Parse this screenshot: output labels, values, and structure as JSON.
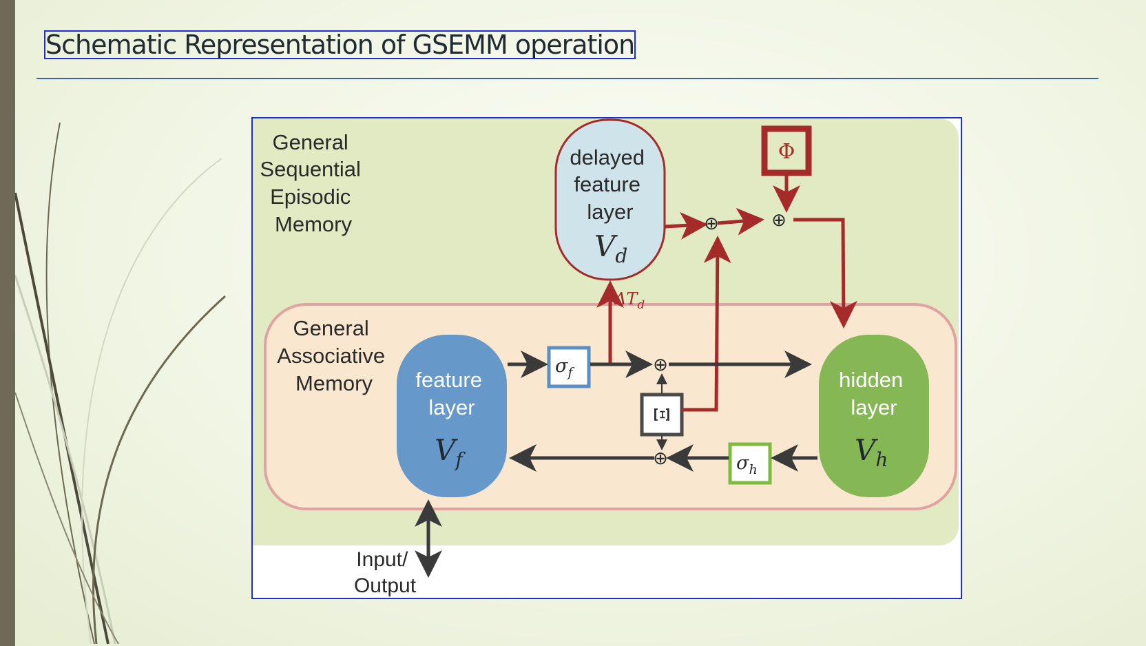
{
  "slide": {
    "title": "Schematic Representation of GSEMM operation"
  },
  "diagram": {
    "outer_label": [
      "General",
      "Sequential",
      "Episodic",
      "Memory"
    ],
    "inner_label": [
      "General",
      "Associative",
      "Memory"
    ],
    "delayed_node": {
      "lines": [
        "delayed",
        "feature",
        "layer"
      ],
      "symbol": "V",
      "sub": "d"
    },
    "feature_node": {
      "lines": [
        "feature",
        "layer"
      ],
      "symbol": "V",
      "sub": "f"
    },
    "hidden_node": {
      "lines": [
        "hidden",
        "layer"
      ],
      "symbol": "V",
      "sub": "h"
    },
    "phi_box": "Φ",
    "xi_box": "Ξ",
    "sigma_f": {
      "symbol": "σ",
      "sub": "f"
    },
    "sigma_h": {
      "symbol": "σ",
      "sub": "h"
    },
    "delay_label": {
      "symbol": "ΔT",
      "sub": "d"
    },
    "sum_symbol": "⊕",
    "io_label": [
      "Input/",
      "Output"
    ]
  },
  "colors": {
    "outer_region": "#e2eac3",
    "inner_region": "#f9e8cf",
    "inner_border": "#e0a3a0",
    "delayed_fill": "#cfe3ea",
    "red": "#a52a2a",
    "feature_fill": "#6699c9",
    "hidden_fill": "#86b755",
    "dark": "#3a3a3a",
    "sigma_f_border": "#5b8fc4",
    "sigma_h_border": "#7dbb3f"
  }
}
